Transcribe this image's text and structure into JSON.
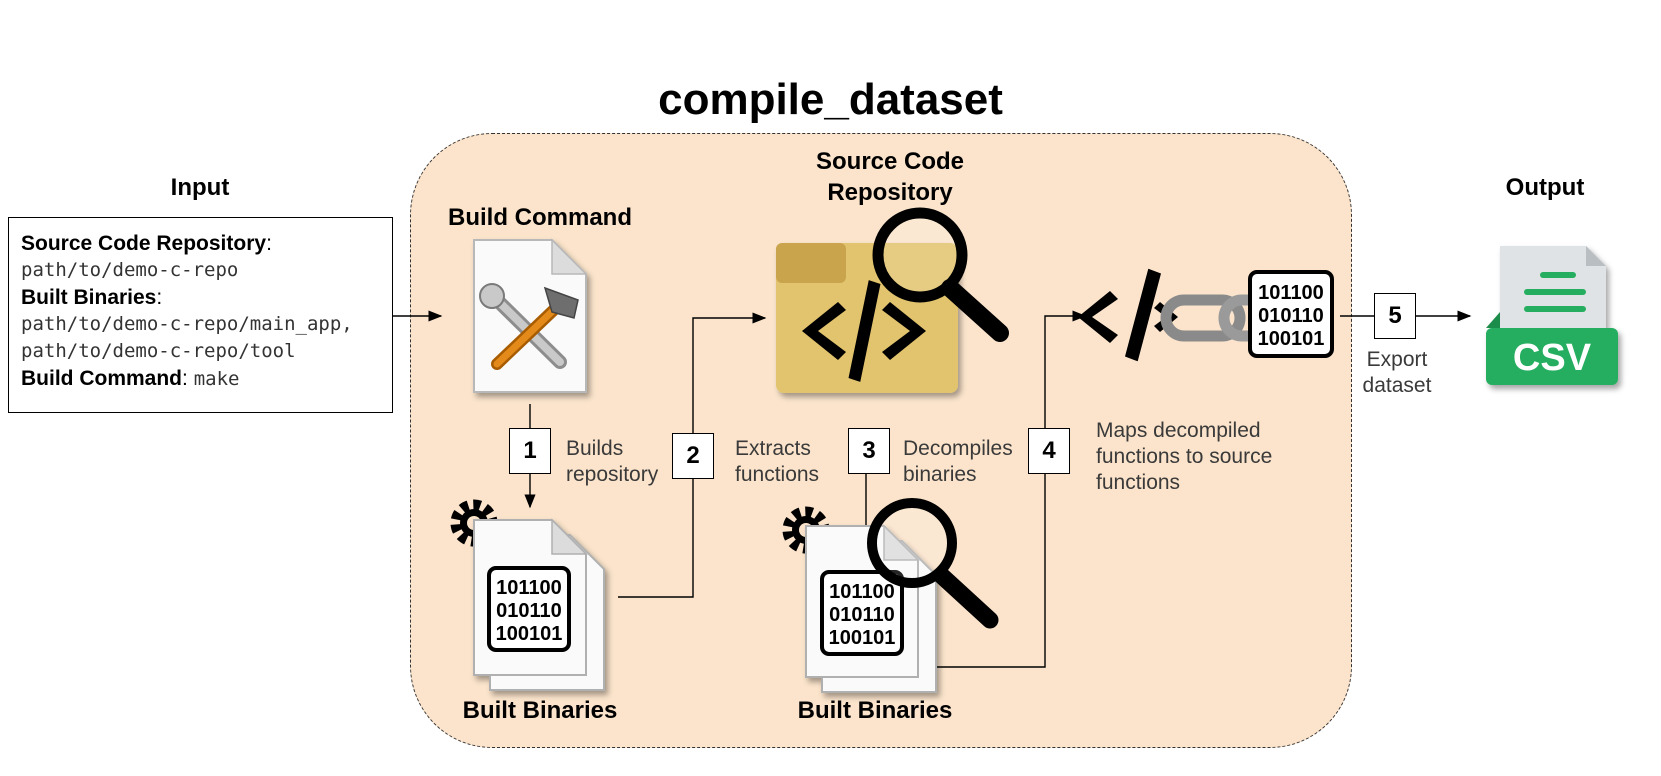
{
  "diagram": {
    "title": "compile_dataset",
    "input": {
      "heading": "Input",
      "repo_key": "Source Code Repository",
      "repo_value": "path/to/demo-c-repo",
      "binaries_key": "Built Binaries",
      "binaries_value_1": "path/to/demo-c-repo/main_app,",
      "binaries_value_2": "path/to/demo-c-repo/tool",
      "build_key": "Build Command",
      "build_value": "make",
      "colon": ":"
    },
    "output": {
      "heading": "Output",
      "csv_label": "CSV"
    },
    "nodes": {
      "build_command": "Build Command",
      "source_repo_line1": "Source Code",
      "source_repo_line2": "Repository",
      "built_binaries_1": "Built Binaries",
      "built_binaries_2": "Built Binaries",
      "binary_rows": [
        "101100",
        "010110",
        "100101"
      ]
    },
    "steps": [
      {
        "number": "1",
        "line1": "Builds",
        "line2": "repository"
      },
      {
        "number": "2",
        "line1": "Extracts",
        "line2": "functions"
      },
      {
        "number": "3",
        "line1": "Decompiles",
        "line2": "binaries"
      },
      {
        "number": "4",
        "line1": "Maps decompiled",
        "line2": "functions to source",
        "line3": "functions"
      },
      {
        "number": "5",
        "line1": "Export",
        "line2": "dataset"
      }
    ],
    "colors": {
      "panel": "#fbe4cb",
      "folder": "#e2c46e",
      "csv_green": "#27ae60",
      "wrench": "#b0b0b0",
      "hammer_handle": "#e38a1a"
    },
    "icons": [
      "tools-icon",
      "folder-code-icon",
      "magnifier-icon",
      "gear-icon",
      "binary-file-icon",
      "code-link-icon",
      "csv-file-icon"
    ]
  }
}
